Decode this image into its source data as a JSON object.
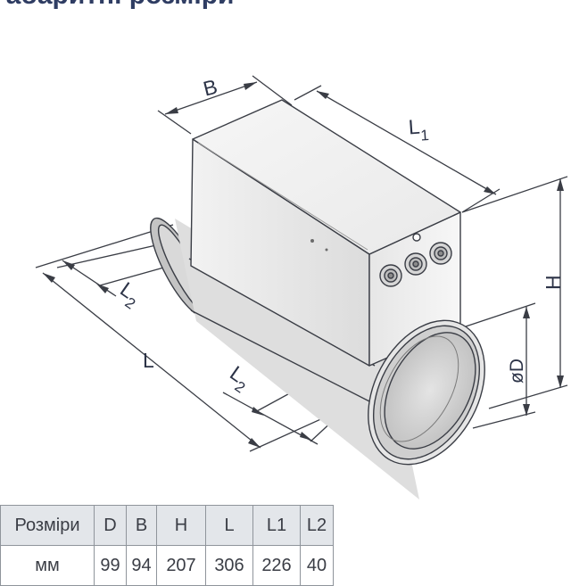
{
  "title": "Габаритні розміри",
  "diagram": {
    "labels": {
      "B": "B",
      "L": "L",
      "L1_main": "L",
      "L1_sub": "1",
      "L2_main": "L",
      "L2_sub": "2",
      "H": "H",
      "D": "øD"
    }
  },
  "table": {
    "headers": [
      "Розміри",
      "D",
      "B",
      "H",
      "L",
      "L1",
      "L2"
    ],
    "rows": [
      [
        "мм",
        "99",
        "94",
        "207",
        "306",
        "226",
        "40"
      ]
    ]
  },
  "colors": {
    "title": "#2f3d63",
    "line": "#3a3d45",
    "header_bg": "#e3e6ea"
  }
}
